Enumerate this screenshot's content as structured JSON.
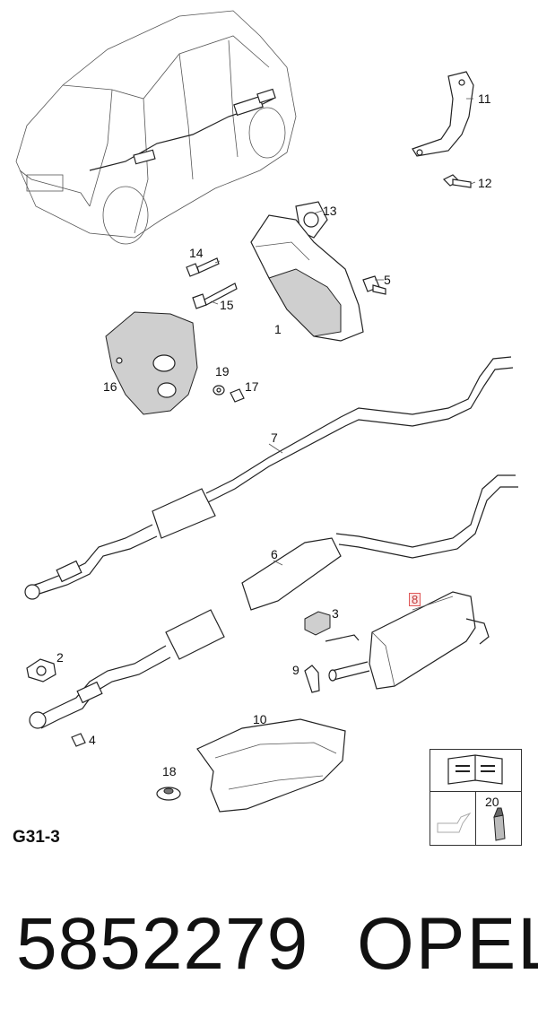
{
  "diagram": {
    "code": "G31-3",
    "callouts": [
      {
        "id": "1",
        "label": "1",
        "highlighted": false
      },
      {
        "id": "2",
        "label": "2",
        "highlighted": false
      },
      {
        "id": "3",
        "label": "3",
        "highlighted": false
      },
      {
        "id": "4",
        "label": "4",
        "highlighted": false
      },
      {
        "id": "5",
        "label": "5",
        "highlighted": false
      },
      {
        "id": "6",
        "label": "6",
        "highlighted": false
      },
      {
        "id": "7",
        "label": "7",
        "highlighted": false
      },
      {
        "id": "8",
        "label": "8",
        "highlighted": true
      },
      {
        "id": "9",
        "label": "9",
        "highlighted": false
      },
      {
        "id": "10",
        "label": "10",
        "highlighted": false
      },
      {
        "id": "11",
        "label": "11",
        "highlighted": false
      },
      {
        "id": "12",
        "label": "12",
        "highlighted": false
      },
      {
        "id": "13",
        "label": "13",
        "highlighted": false
      },
      {
        "id": "14",
        "label": "14",
        "highlighted": false
      },
      {
        "id": "15",
        "label": "15",
        "highlighted": false
      },
      {
        "id": "16",
        "label": "16",
        "highlighted": false
      },
      {
        "id": "17",
        "label": "17",
        "highlighted": false
      },
      {
        "id": "18",
        "label": "18",
        "highlighted": false
      },
      {
        "id": "19",
        "label": "19",
        "highlighted": false
      }
    ],
    "legend": {
      "label_20": "20"
    }
  },
  "footer": {
    "part_number": "5852279",
    "brand": "OPEL"
  },
  "colors": {
    "highlight_fill": "#fbe3e3",
    "highlight_border": "#e05a5a",
    "line": "#222222"
  }
}
